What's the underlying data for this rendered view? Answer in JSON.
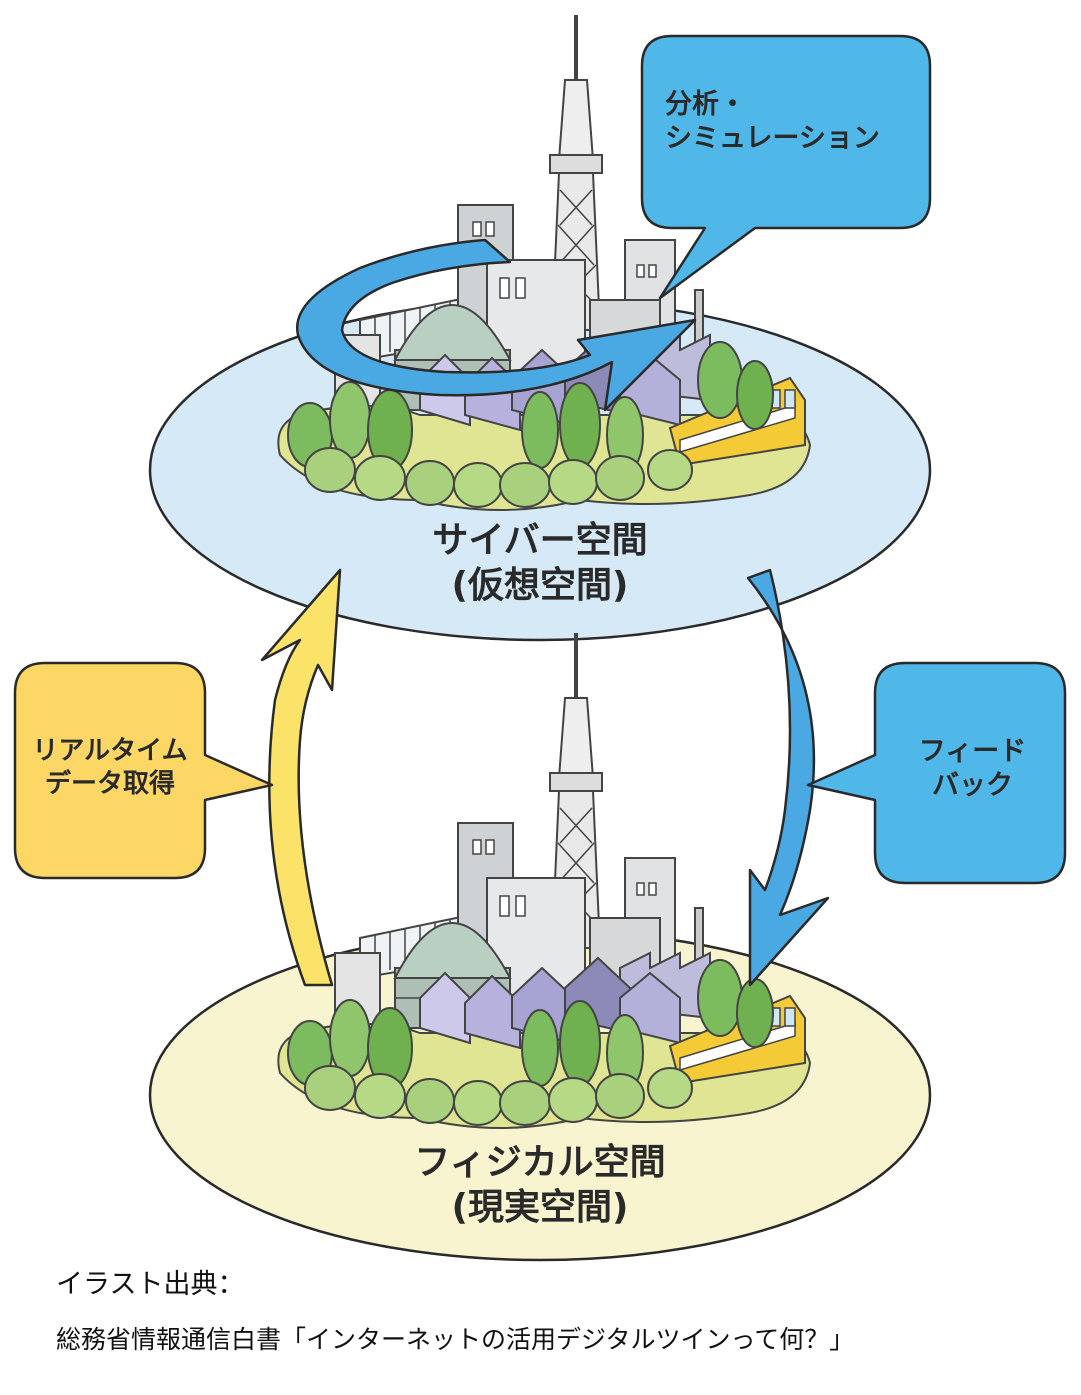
{
  "cyber_space": {
    "label": "サイバー空間",
    "sublabel": "(仮想空間)"
  },
  "physical_space": {
    "label": "フィジカル空間",
    "sublabel": "(現実空間)"
  },
  "bubbles": {
    "analysis": {
      "line1": "分析・",
      "line2": "シミュレーション"
    },
    "realtime": {
      "line1": "リアルタイム",
      "line2": "データ取得"
    },
    "feedback": {
      "line1": "フィード",
      "line2": "バック"
    }
  },
  "credit": {
    "line1": "イラスト出典：",
    "line2": "総務省情報通信白書「インターネットの活用デジタルツインって何？」"
  },
  "colors": {
    "cyber_disc": "#d5e9f6",
    "physical_disc": "#f8f4d0",
    "blue_bubble": "#4fb8e8",
    "yellow_bubble": "#fcd765",
    "yellow_arrow": "#fbe36a",
    "blue_arrow": "#4aa9e3",
    "tree_green": "#7cbc5e",
    "building_gray": "#d3d3d3",
    "house_purple": "#a9a6d6",
    "train_yellow": "#f4cb36"
  }
}
